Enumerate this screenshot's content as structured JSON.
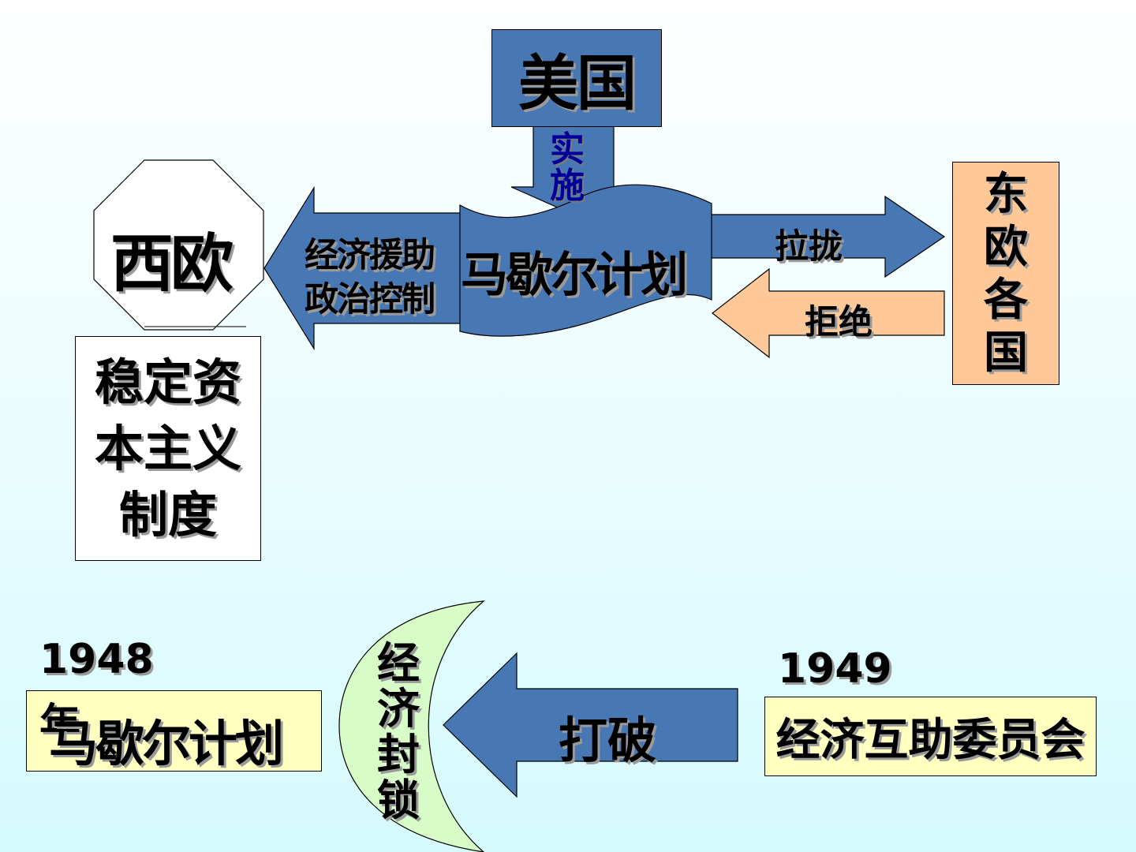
{
  "top": {
    "usa": "美国",
    "implement": [
      "实",
      "施"
    ],
    "marshall_plan": "马歇尔计划",
    "west_europe": "西欧",
    "aid_label_1": "经济援助",
    "aid_label_2": "政治控制",
    "west_result": [
      "稳定资",
      "本主义",
      "制度"
    ],
    "woo_label": "拉拢",
    "reject_label": "拒绝",
    "east_europe": [
      "东",
      "欧",
      "各",
      "国"
    ]
  },
  "bottom": {
    "year_left": "1948",
    "year_left_unit": "年",
    "plan_left": "马歇尔计划",
    "blockade": [
      "经",
      "济",
      "封",
      "锁"
    ],
    "break_label": "打破",
    "year_right": "1949",
    "council": "经济互助委员会"
  },
  "colors": {
    "blue_fill": "#4878b4",
    "orange_fill": "#ffc898",
    "yellow_fill": "#ffffc0",
    "green_fill": "#d8fcc8",
    "dark_blue_text": "#000099"
  }
}
